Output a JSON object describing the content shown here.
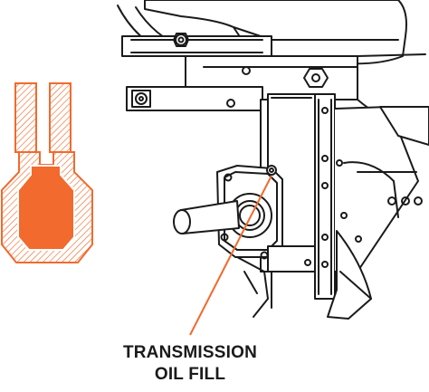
{
  "callout": {
    "line1": "TRANSMISSION",
    "line2": "OIL FILL"
  },
  "colors": {
    "accent": "#f26a2d",
    "line": "#1a1a1a",
    "background": "#ffffff"
  },
  "icons": [
    "dipstick-cross-section-icon",
    "tiller-transmission-illustration"
  ]
}
